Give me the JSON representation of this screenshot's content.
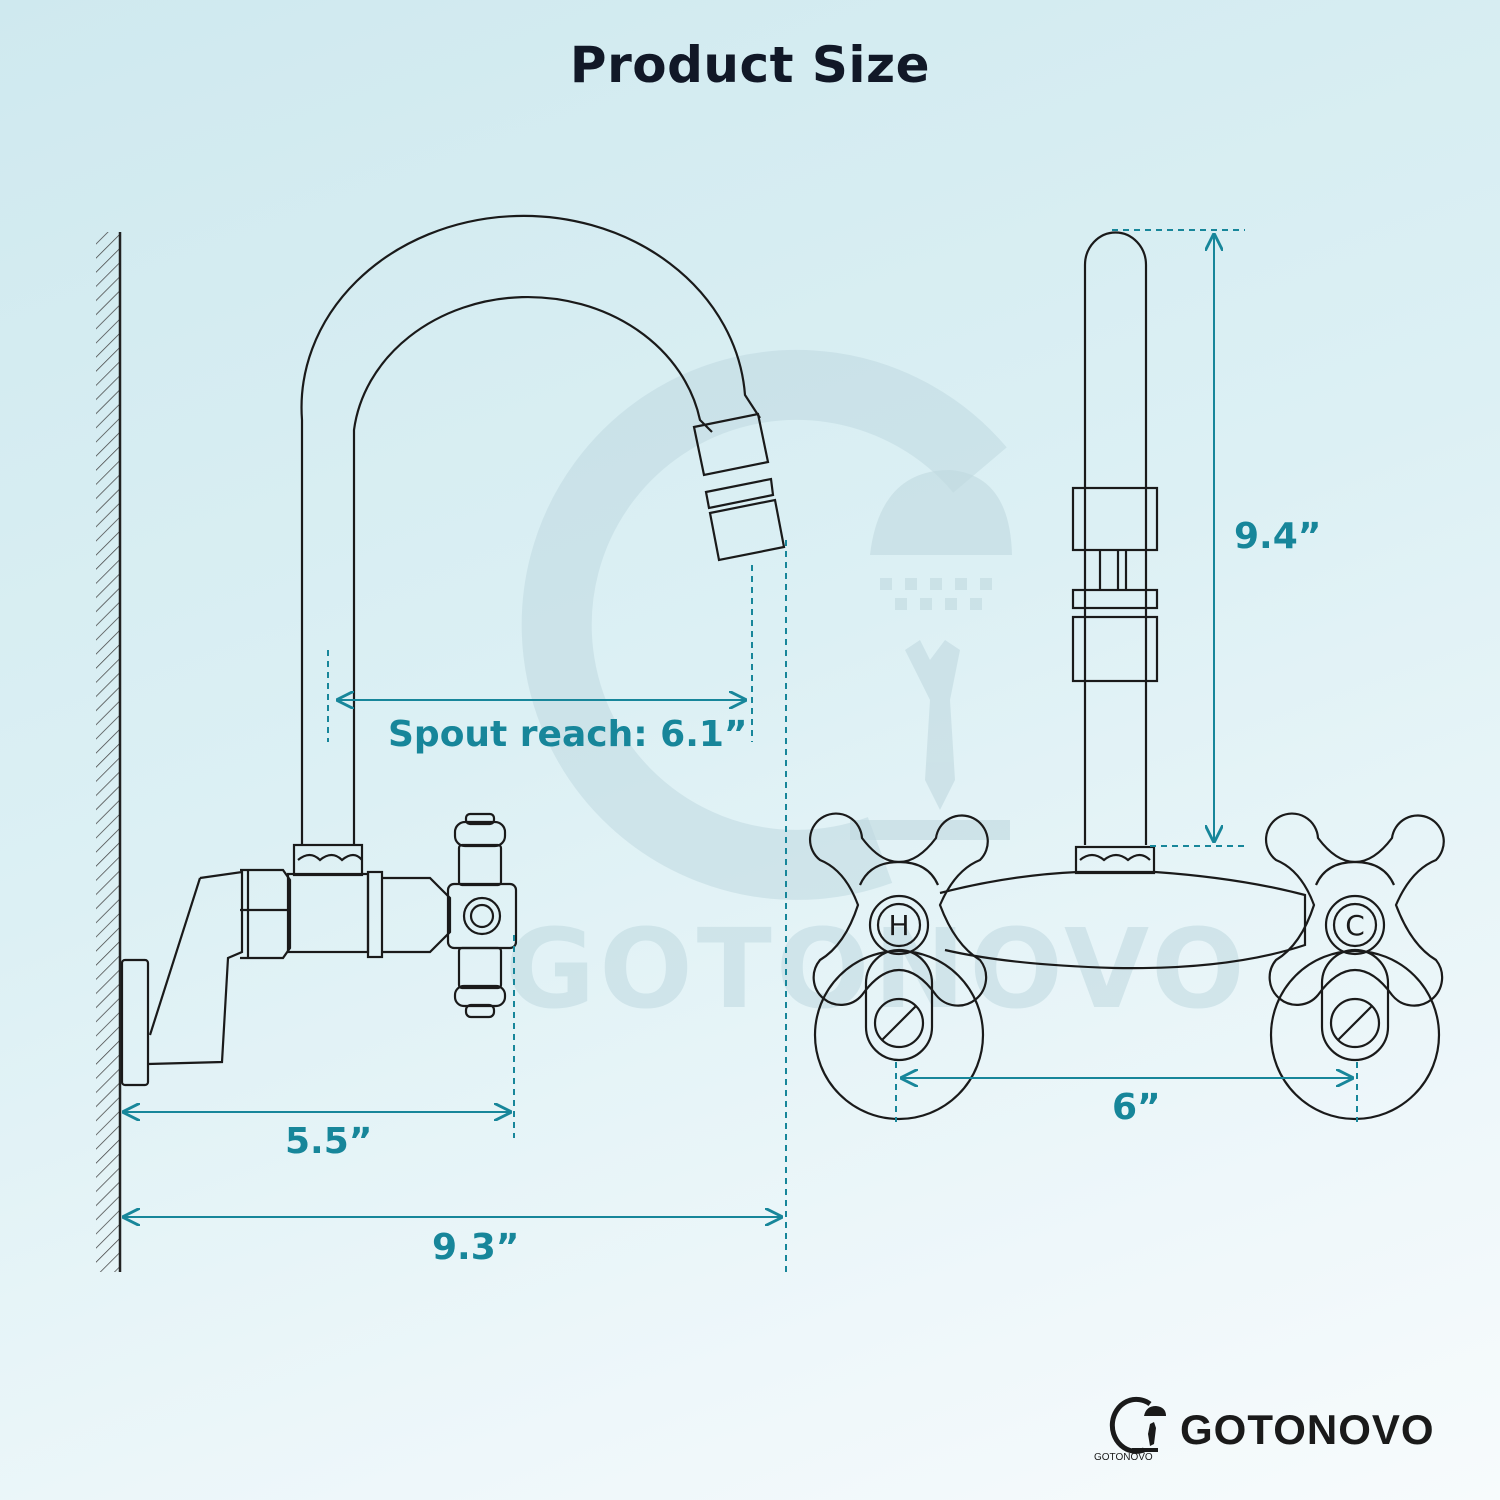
{
  "title": "Product Size",
  "dimensions": {
    "spout_reach": "Spout reach: 6.1”",
    "depth_handle": "5.5”",
    "depth_spout": "9.3”",
    "height": "9.4”",
    "center_spread": "6”"
  },
  "handles": {
    "hot": "H",
    "cold": "C"
  },
  "watermark": "GOTONOVO",
  "brand": {
    "name": "GOTONOVO",
    "small": "GOTONOVO"
  },
  "colors": {
    "dimension": "#17869a",
    "line": "#1a1a1a",
    "background": "#d7eef3"
  }
}
